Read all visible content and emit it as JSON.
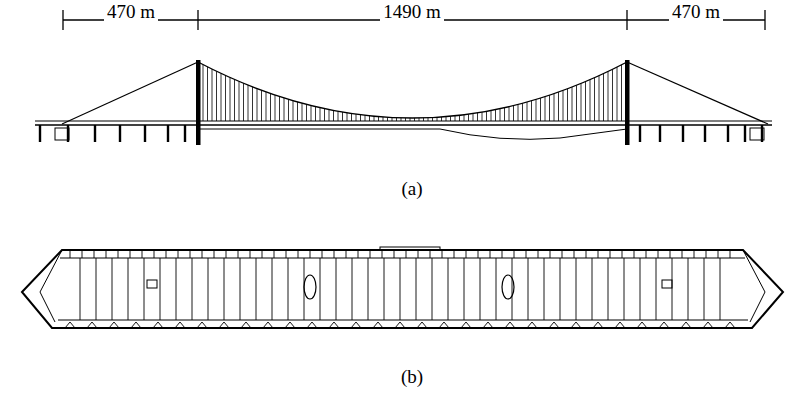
{
  "diagram": {
    "labels": [
      "470 m",
      "1490 m",
      "470 m",
      "(a)",
      "(b)"
    ]
  }
}
